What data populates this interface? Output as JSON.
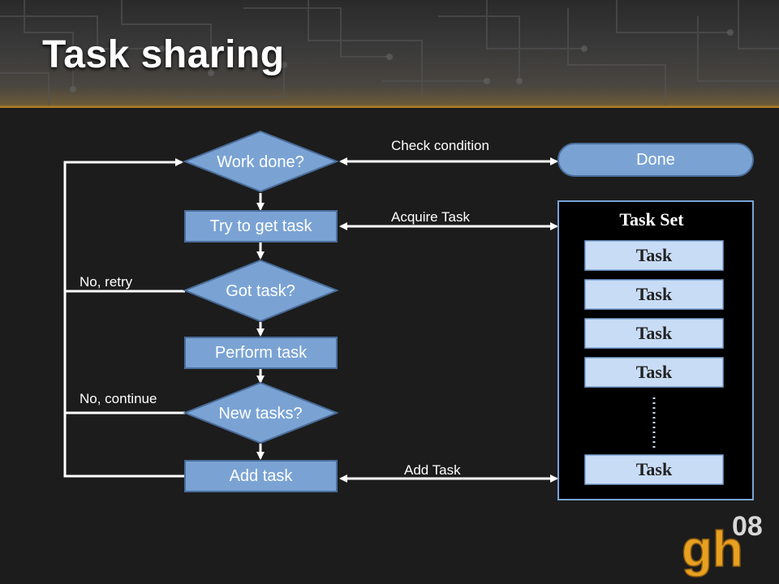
{
  "title": "Task sharing",
  "flow": {
    "work_done": "Work done?",
    "try_get_task": "Try to get task",
    "got_task": "Got task?",
    "perform_task": "Perform task",
    "new_tasks": "New tasks?",
    "add_task": "Add task",
    "done": "Done"
  },
  "edges": {
    "check_condition": "Check condition",
    "acquire_task": "Acquire Task",
    "add_task": "Add Task",
    "no_retry": "No, retry",
    "no_continue": "No, continue"
  },
  "task_set": {
    "title": "Task Set",
    "items": [
      "Task",
      "Task",
      "Task",
      "Task",
      "Task"
    ]
  },
  "logo": {
    "letters": "gh",
    "year": "08"
  },
  "colors": {
    "node_fill": "#7aa3d4",
    "node_stroke": "#4a6d9a",
    "task_fill": "#c8dcf6",
    "accent": "#e8a020"
  }
}
